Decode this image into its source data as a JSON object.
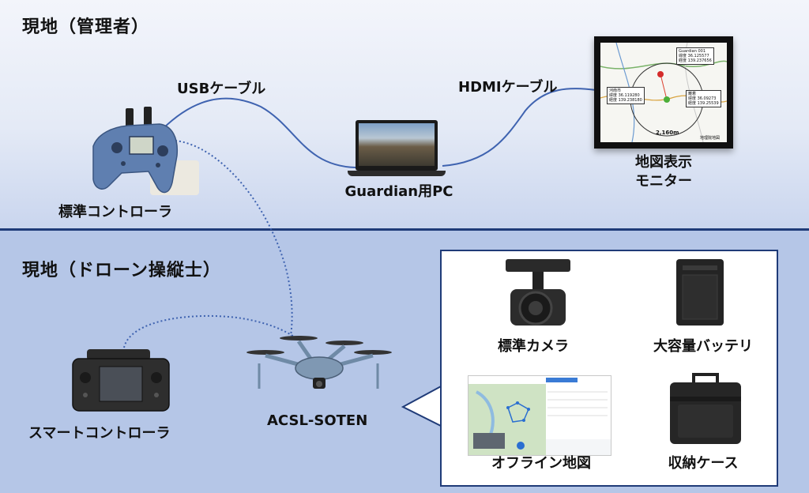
{
  "sections": {
    "top_title": "現地（管理者）",
    "bottom_title": "現地（ドローン操縦士）"
  },
  "connections": {
    "usb": "USBケーブル",
    "hdmi": "HDMIケーブル"
  },
  "devices": {
    "standard_controller": "標準コントローラ",
    "pc": "Guardian用PC",
    "monitor_line1": "地図表示",
    "monitor_line2": "モニター",
    "smart_controller": "スマートコントローラ",
    "drone": "ACSL-SOTEN"
  },
  "equipment": {
    "camera": "標準カメラ",
    "battery": "大容量バッテリ",
    "offline_map": "オフライン地図",
    "case": "収納ケース"
  },
  "monitor_map": {
    "drone_name": "Guardian 001",
    "drone_lat_label": "緯度",
    "drone_lat": "36.125577",
    "drone_lon_label": "経度",
    "drone_lon": "139.237656",
    "place_name": "河南市",
    "place_lat_label": "緯度",
    "place_lat": "36.119280",
    "place_lon_label": "経度",
    "place_lon": "139.238180",
    "home_name": "離着",
    "home_lat_label": "緯度",
    "home_lat": "36.09273",
    "home_lon_label": "経度",
    "home_lon": "139.25539",
    "distance": "2,160m",
    "credit": "地理院地図"
  },
  "colors": {
    "divider": "#1f3b78",
    "top_bg": "#e4eaf6",
    "bottom_bg": "#b5c6e7",
    "cable": "#3f63b0",
    "wireless": "#3f63b0"
  }
}
